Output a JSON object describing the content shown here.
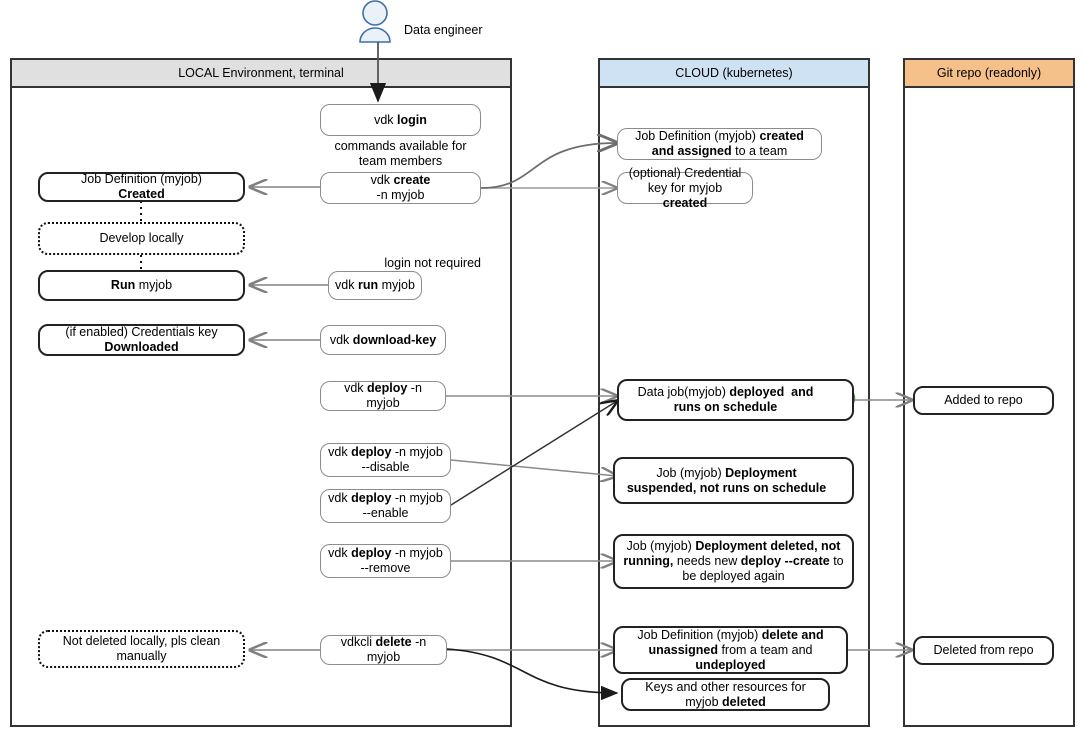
{
  "actor": {
    "label": "Data engineer",
    "icon": "person-icon"
  },
  "lanes": [
    {
      "id": "local",
      "title": "LOCAL Environment, terminal",
      "header_color": "#e0e0e0"
    },
    {
      "id": "cloud",
      "title": "CLOUD (kubernetes)",
      "header_color": "#cfe2f3"
    },
    {
      "id": "git",
      "title": "Git repo (readonly)",
      "header_color": "#f5c08a"
    }
  ],
  "commands": [
    {
      "id": "login",
      "line1_plain": "vdk ",
      "line1_bold": "login",
      "line2": ""
    },
    {
      "id": "create",
      "line1_plain": "vdk ",
      "line1_bold": "create",
      "line2": "-n myjob"
    },
    {
      "id": "run",
      "line1_plain": "vdk ",
      "line1_bold": "run",
      "line2_plain": " myjob"
    },
    {
      "id": "download-key",
      "line1_plain": "vdk  ",
      "line1_bold": "download-key",
      "line2": ""
    },
    {
      "id": "deploy",
      "line1_plain": "vdk ",
      "line1_bold": "deploy",
      "line2_plain": " -n myjob"
    },
    {
      "id": "deploy-disable",
      "line1_plain": "vdk ",
      "line1_bold": "deploy",
      "line1_tail": " -n myjob",
      "line2": "--disable"
    },
    {
      "id": "deploy-enable",
      "line1_plain": "vdk ",
      "line1_bold": "deploy",
      "line1_tail": " -n myjob",
      "line2": "--enable"
    },
    {
      "id": "deploy-remove",
      "line1_plain": "vdk ",
      "line1_bold": "deploy",
      "line1_tail": " -n myjob",
      "line2": "--remove"
    },
    {
      "id": "delete",
      "line1_plain": "vdkcli ",
      "line1_bold": "delete",
      "line1_tail": " -n myjob",
      "line2": ""
    }
  ],
  "notes": {
    "login_note": "commands available for team members",
    "run_note": "login not required"
  },
  "local_states": [
    {
      "id": "job-created",
      "l1": "Job Definition (myjob)",
      "l2_bold": "Created",
      "style": "thick"
    },
    {
      "id": "develop-locally",
      "l1": "Develop locally",
      "style": "dotted"
    },
    {
      "id": "run-myjob",
      "l1_bold": "Run",
      "l1_tail": " myjob",
      "style": "thick"
    },
    {
      "id": "credentials-downloaded",
      "l1": "(if enabled) Credentials key",
      "l2_bold": "Downloaded",
      "style": "thick"
    },
    {
      "id": "not-deleted-locally",
      "l1": "Not deleted locally, pls clean manually",
      "style": "dotted"
    }
  ],
  "cloud_states": [
    {
      "id": "job-def-created",
      "text": "Job Definition (myjob) created and assigned to a team",
      "style": "thin"
    },
    {
      "id": "credential-created",
      "text": "(optional) Credential key for myjob created",
      "style": "thin"
    },
    {
      "id": "job-deployed",
      "text": "Data job(myjob) deployed  and runs on schedule",
      "style": "thick",
      "icon": "loop-icon",
      "icon_color": "#3a9b35"
    },
    {
      "id": "deployment-suspended",
      "text": "Job (myjob) Deployment suspended, not runs on schedule",
      "style": "thick",
      "icon": "pause-icon",
      "icon_color": "#555555"
    },
    {
      "id": "deployment-deleted",
      "text": "Job (myjob) Deployment deleted, not running, needs new deploy --create to be deployed again",
      "style": "thick"
    },
    {
      "id": "job-def-deleted",
      "text": "Job Definition (myjob) delete and unassigned from a team and undeployed",
      "style": "thick"
    },
    {
      "id": "keys-deleted",
      "text": "Keys and other resources for myjob deleted",
      "style": "thick"
    }
  ],
  "git_states": [
    {
      "id": "added-to-repo",
      "text": "Added to repo"
    },
    {
      "id": "deleted-from-repo",
      "text": "Deleted from repo"
    }
  ],
  "colors": {
    "local_header": "#e0e0e0",
    "cloud_header": "#cfe2f3",
    "git_header": "#f5c08a",
    "border": "#333333",
    "arrow_gray": "#808080",
    "arrow_dark": "#1a1a1a",
    "actor_fill": "#eaf1f8",
    "actor_stroke": "#3f6fa8",
    "loop_green": "#3a9b35"
  }
}
